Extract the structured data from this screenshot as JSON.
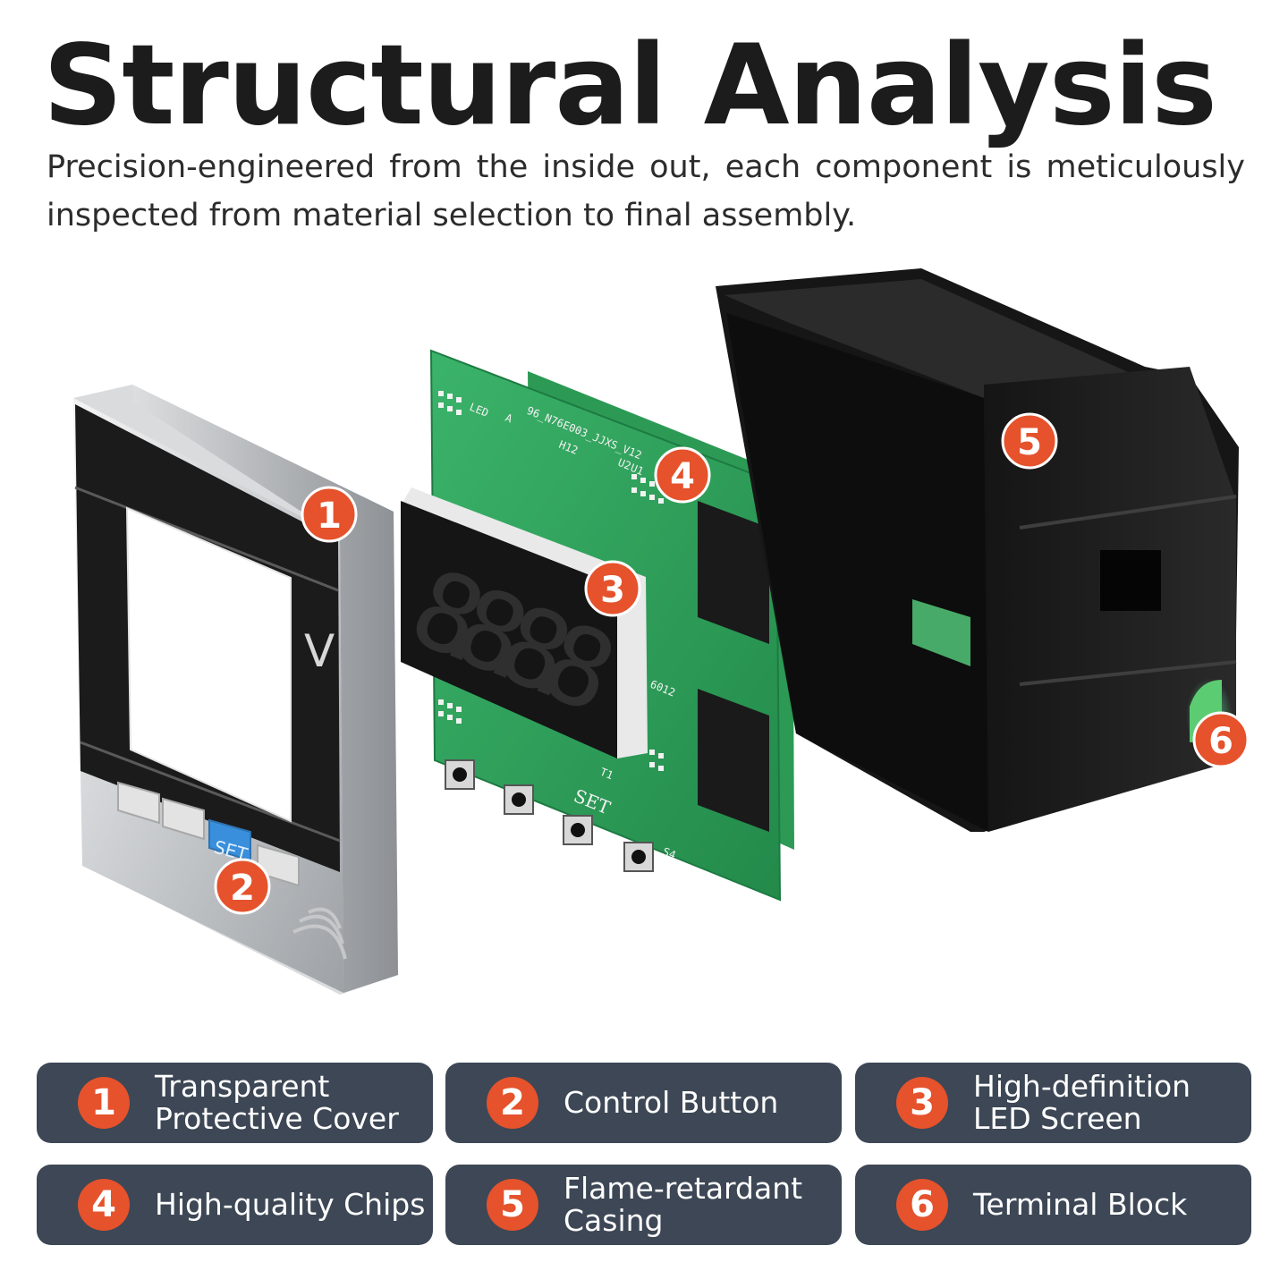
{
  "header": {
    "title": "Structural Analysis",
    "subtitle": "Precision-engineered from the inside out, each component is meticulously inspected from material selection to final assembly."
  },
  "device": {
    "unit_label": "V",
    "set_key": "SET",
    "display_digits": "8.8.8.8",
    "pcb_texts": {
      "led": "LED",
      "a": "A",
      "part": "96_N76E003_JJXS_V12",
      "h12": "H12",
      "set": "SET",
      "code": "6012",
      "t1": "T1",
      "u2": "U2",
      "u1": "U1",
      "s4": "S4"
    }
  },
  "callouts": [
    "1",
    "2",
    "3",
    "4",
    "5",
    "6"
  ],
  "legend": [
    {
      "number": "1",
      "label": "Transparent\nProtective Cover"
    },
    {
      "number": "2",
      "label": "Control Button"
    },
    {
      "number": "3",
      "label": "High-definition\nLED Screen"
    },
    {
      "number": "4",
      "label": "High-quality Chips"
    },
    {
      "number": "5",
      "label": "Flame-retardant\nCasing"
    },
    {
      "number": "6",
      "label": "Terminal Block"
    }
  ],
  "colors": {
    "accent": "#e5522c",
    "card": "#3d4755",
    "pcb": "#2fa05a"
  }
}
